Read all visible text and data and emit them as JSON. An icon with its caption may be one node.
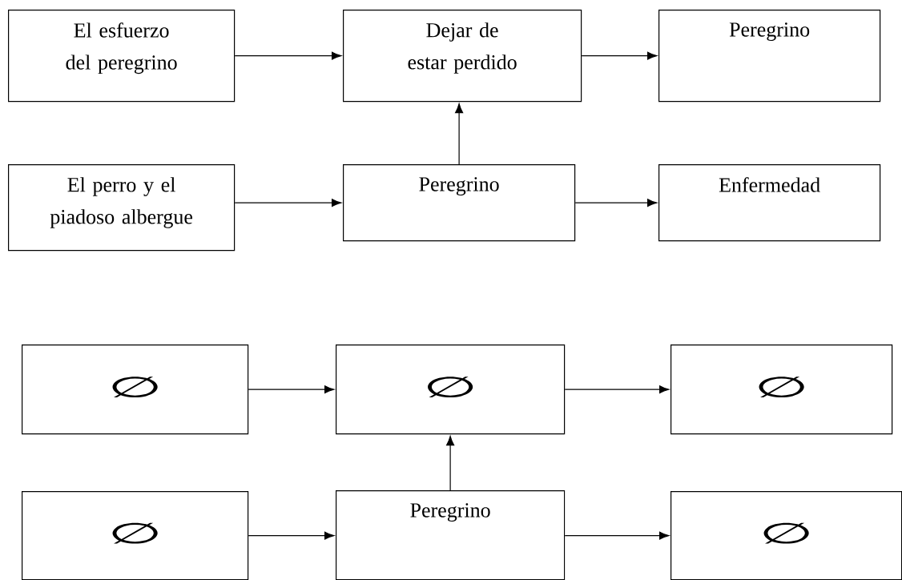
{
  "diagram": {
    "nodes": [
      {
        "text": [
          "El esfuerzo del peregrino"
        ]
      },
      {
        "text": [
          "Dejar de estar perdido"
        ]
      },
      {
        "text": [
          "Peregrino"
        ]
      },
      {
        "text": [
          "El perro y el piadoso albergue"
        ]
      },
      {
        "text": [
          "Peregrino"
        ]
      },
      {
        "text": [
          "Enfermedad"
        ]
      },
      {
        "text": [
          "∅"
        ]
      },
      {
        "text": [
          "∅"
        ]
      },
      {
        "text": [
          "∅"
        ]
      },
      {
        "text": [
          "∅"
        ]
      },
      {
        "text": [
          "Peregrino"
        ]
      },
      {
        "text": [
          "∅"
        ]
      }
    ],
    "edges": [
      {
        "from": 0,
        "to": 1,
        "arrow": "to"
      },
      {
        "from": 1,
        "to": 2,
        "arrow": "to"
      },
      {
        "from": 3,
        "to": 4,
        "arrow": "to"
      },
      {
        "from": 4,
        "to": 1,
        "arrow": "to"
      },
      {
        "from": 4,
        "to": 5,
        "arrow": "to"
      },
      {
        "from": 6,
        "to": 7,
        "arrow": "to"
      },
      {
        "from": 7,
        "to": 8,
        "arrow": "to"
      },
      {
        "from": 9,
        "to": 10,
        "arrow": "to"
      },
      {
        "from": 10,
        "to": 7,
        "arrow": "to"
      },
      {
        "from": 10,
        "to": 11,
        "arrow": "to"
      }
    ]
  }
}
